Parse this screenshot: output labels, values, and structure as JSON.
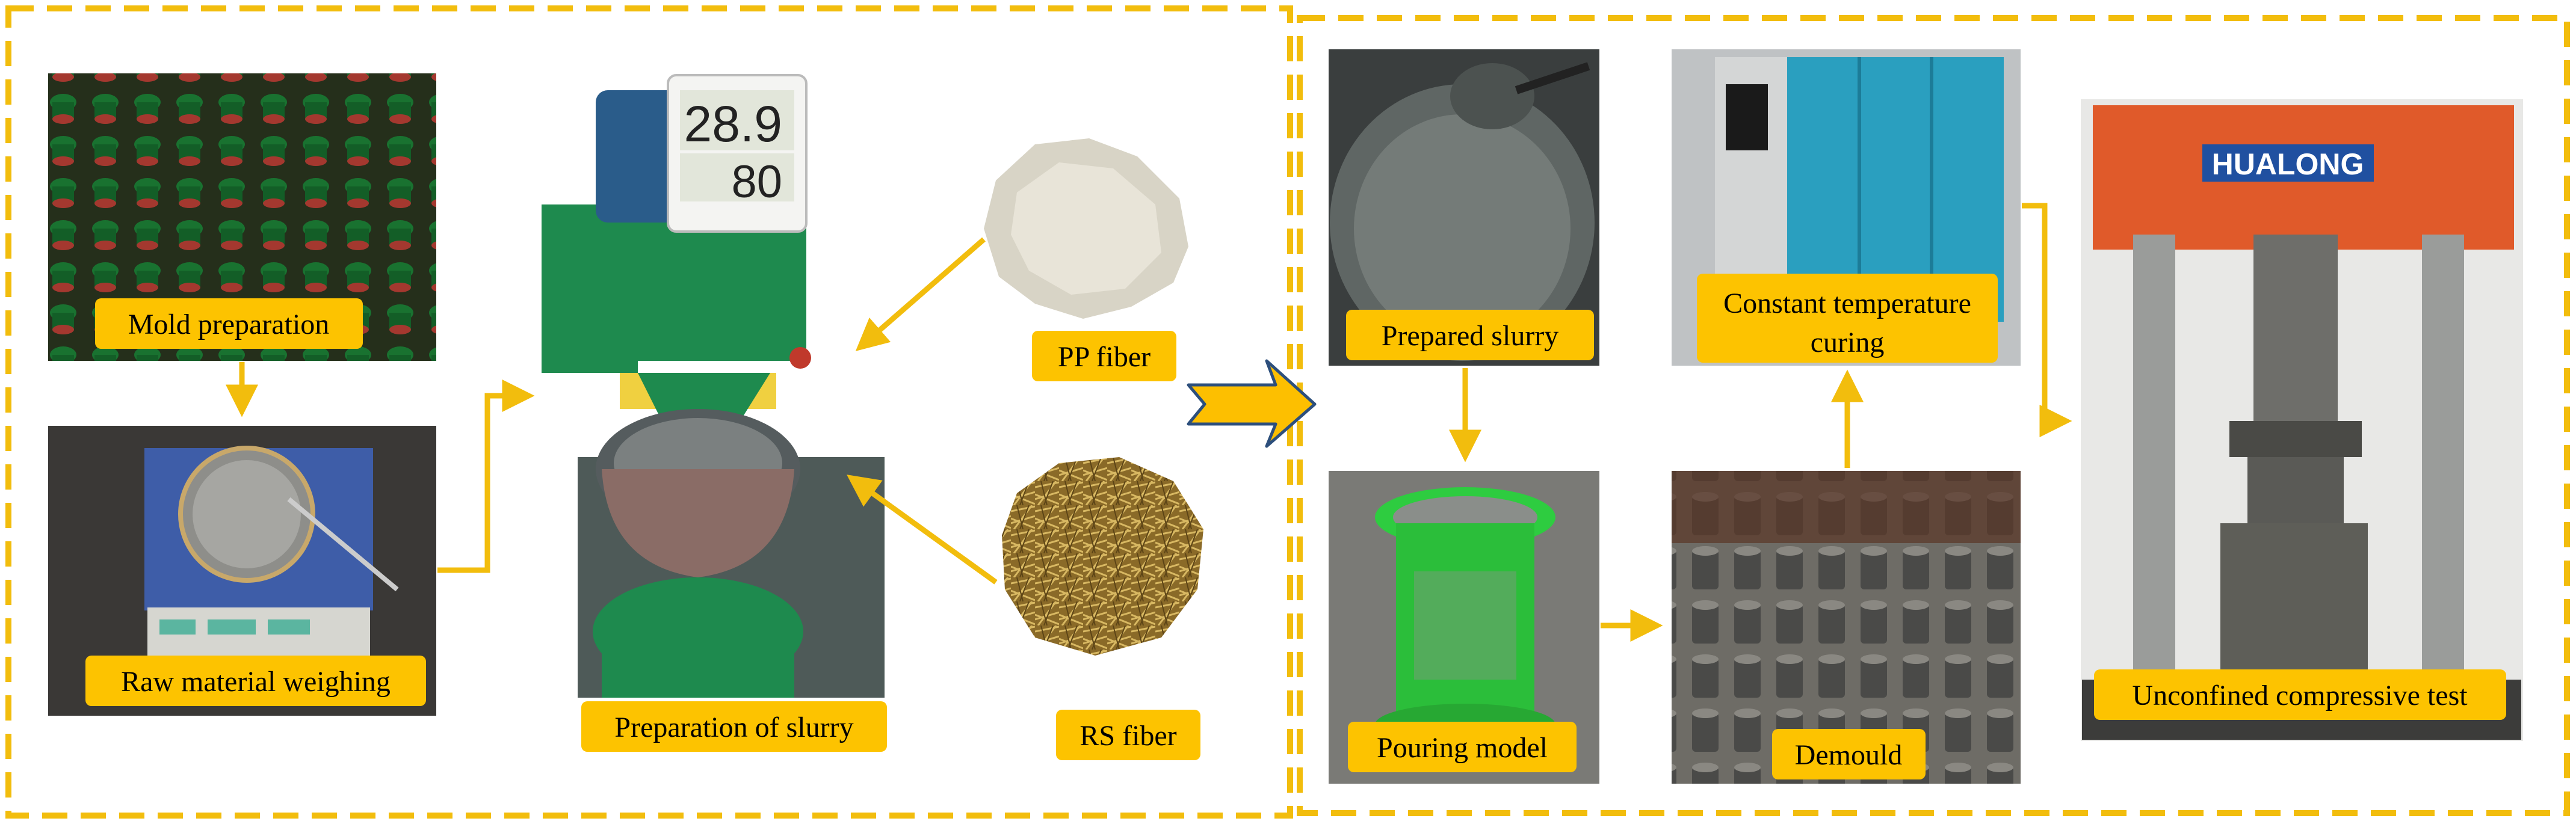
{
  "colors": {
    "frame": "#F2BD0D",
    "label_bg": "#FDC300",
    "arrow": "#F2BD0D",
    "big_arrow_fill": "#FDBF00",
    "big_arrow_stroke": "#2D4F7C"
  },
  "labels": {
    "mold_preparation": "Mold preparation",
    "raw_material_weighing": "Raw material weighing",
    "preparation_of_slurry": "Preparation of slurry",
    "pp_fiber": "PP fiber",
    "rs_fiber": "RS fiber",
    "prepared_slurry": "Prepared slurry",
    "pouring_model": "Pouring model",
    "constant_temperature_curing_line1": "Constant temperature",
    "constant_temperature_curing_line2": "curing",
    "demould": "Demould",
    "unconfined_compressive_test": "Unconfined compressive test"
  },
  "photo_text": {
    "hygrometer_temp": "28.9",
    "hygrometer_humidity": "80",
    "machine_brand": "HUALONG"
  }
}
